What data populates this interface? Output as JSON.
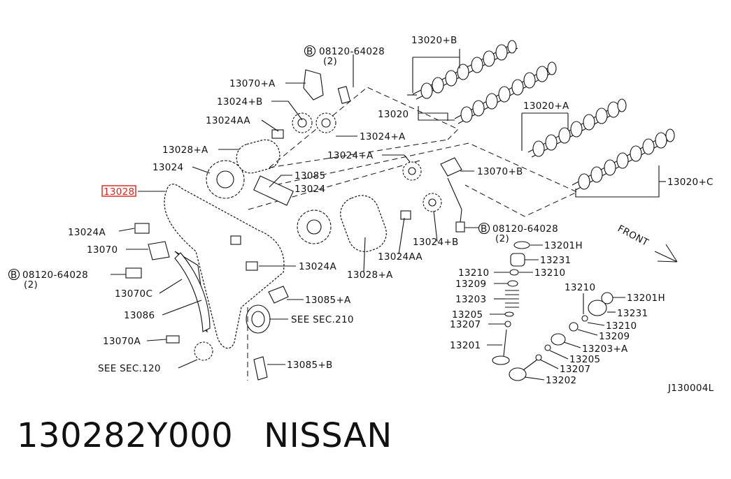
{
  "diagram": {
    "code": "J130004L",
    "front": "FRONT",
    "labels": {
      "p13020b": "13020+B",
      "p13020": "13020",
      "p13020a": "13020+A",
      "p13020c": "13020+C",
      "bolt1": "08120-64028",
      "bolt1q": "(2)",
      "bolt2": "08120-64028",
      "bolt2q": "(2)",
      "bolt3": "08120-64028",
      "bolt3q": "(2)",
      "p13070a": "13070+A",
      "p13024b": "13024+B",
      "p13024aa": "13024AA",
      "p13024a_top": "13024+A",
      "p13028a": "13028+A",
      "p13024_left": "13024",
      "p13028_hl": "13028",
      "p13085": "13085",
      "p13024_mid": "13024",
      "p13024a_mid": "13024+A",
      "p13070b": "13070+B",
      "p13024a_small": "13024A",
      "p13070": "13070",
      "p13070c": "13070C",
      "p13024a_lower": "13024A",
      "p13028a_lower": "13028+A",
      "p13024aa_lower": "13024AA",
      "p13024b_lower": "13024+B",
      "p13086": "13086",
      "p13085a": "13085+A",
      "sec210": "SEE SEC.210",
      "p13070a_lower": "13070A",
      "sec120": "SEE SEC.120",
      "p13085b": "13085+B",
      "r13201h": "13201H",
      "r13231": "13231",
      "r13210a": "13210",
      "r13210b": "13210",
      "r13209": "13209",
      "r13203": "13203",
      "r13205": "13205",
      "r13207": "13207",
      "r13201": "13201",
      "x13210": "13210",
      "x13201h": "13201H",
      "x13231": "13231",
      "x13210b": "13210",
      "x13209": "13209",
      "x13203a": "13203+A",
      "x13205": "13205",
      "x13207": "13207",
      "x13202": "13202"
    }
  },
  "footer": {
    "part_number": "130282Y000",
    "brand": "NISSAN"
  },
  "colors": {
    "highlight": "#e0201b",
    "ink": "#111111"
  }
}
